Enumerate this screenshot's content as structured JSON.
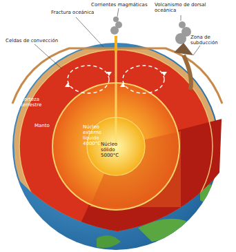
{
  "diagram": {
    "labels": [
      "Celdas de convección",
      "Fractura oceánica",
      "Corrientes magmáticas",
      "Volcanismo de dorsal oceánica",
      "Zona de subducción",
      "Corteza terrestre",
      "Manto",
      "Núcleo externo líquido 4000°C",
      "Núcleo sólido 5000°C"
    ]
  }
}
